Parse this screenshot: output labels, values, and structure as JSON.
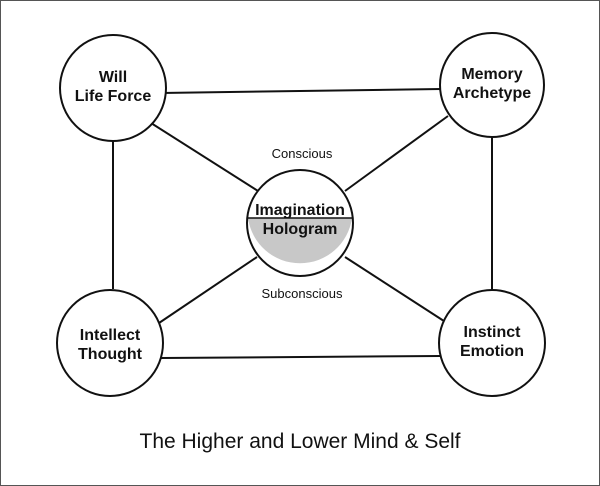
{
  "diagram": {
    "title": "The Higher and Lower Mind & Self",
    "colors": {
      "stroke": "#111111",
      "subconscious_fill": "#c8c8c8",
      "background": "#ffffff"
    },
    "nodes": {
      "top_left": {
        "line1": "Will",
        "line2": "Life Force"
      },
      "top_right": {
        "line1": "Memory",
        "line2": "Archetype"
      },
      "bottom_left": {
        "line1": "Intellect",
        "line2": "Thought"
      },
      "bottom_right": {
        "line1": "Instinct",
        "line2": "Emotion"
      }
    },
    "center": {
      "line1": "Imagination",
      "line2": "Hologram",
      "upper_label": "Conscious",
      "lower_label": "Subconscious"
    }
  }
}
